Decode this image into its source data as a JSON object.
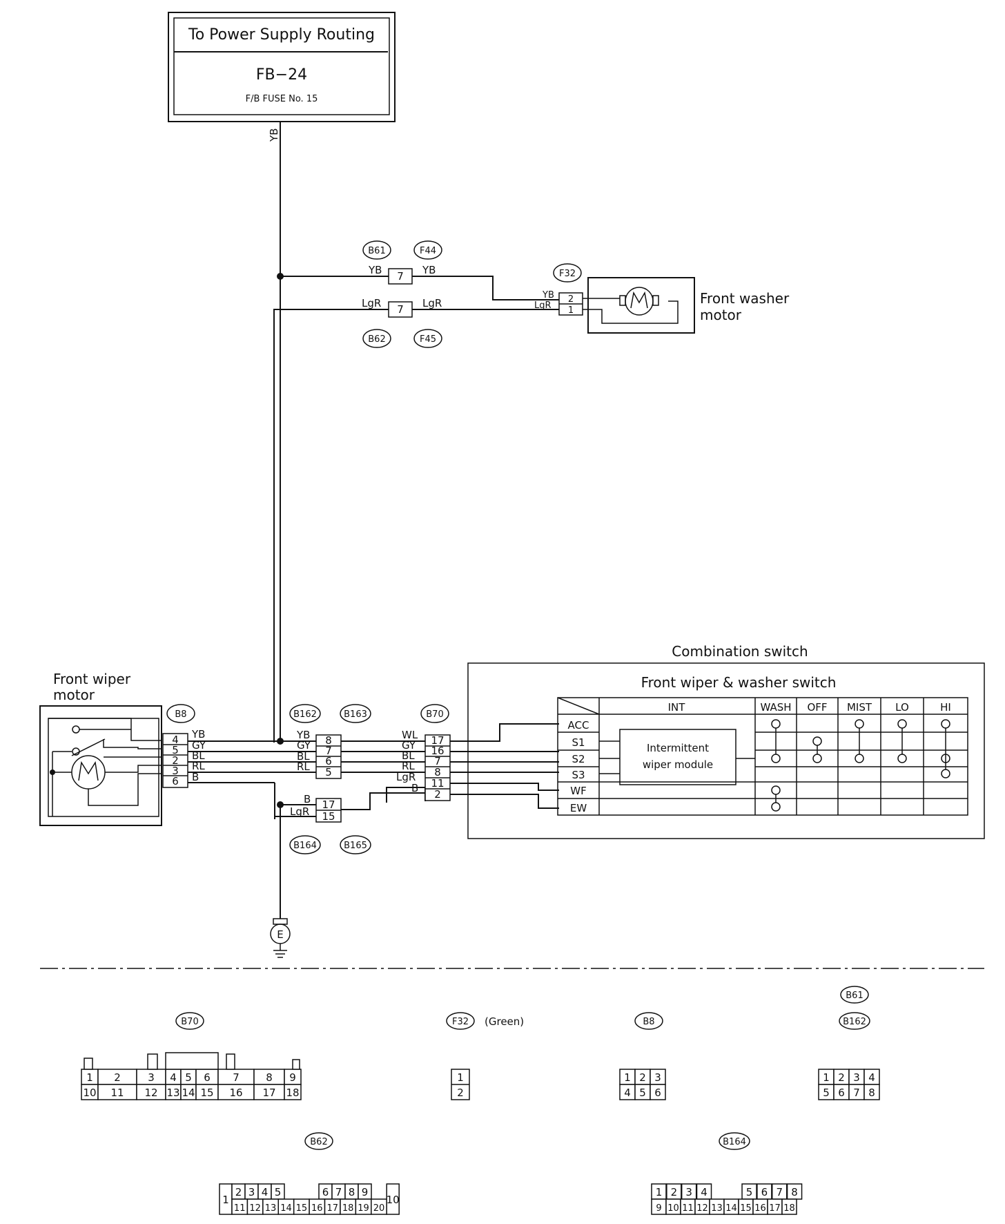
{
  "power_box": {
    "title": "To Power Supply Routing",
    "fuse_block": "FB−24",
    "fuse": "F/B FUSE No. 15"
  },
  "wire_main": "YB",
  "washer_motor": {
    "label_line1": "Front washer",
    "label_line2": "motor",
    "connector": "F32",
    "pins": [
      "2",
      "1"
    ],
    "wires": [
      "YB",
      "LgR"
    ]
  },
  "washer_link": {
    "upper": {
      "left_conn": "B61",
      "right_conn": "F44",
      "pin": "7",
      "wire_left": "YB",
      "wire_right": "YB"
    },
    "lower": {
      "left_conn": "B62",
      "right_conn": "F45",
      "pin": "7",
      "wire_left": "LgR",
      "wire_right": "LgR"
    }
  },
  "wiper_motor": {
    "label_line1": "Front wiper",
    "label_line2": "motor",
    "connector": "B8",
    "pins": [
      "4",
      "5",
      "2",
      "3",
      "6"
    ],
    "wires": [
      "YB",
      "GY",
      "BL",
      "RL",
      "B"
    ]
  },
  "mid_connector": {
    "left_conn": "B162",
    "right_conn": "B163",
    "pins": [
      "8",
      "7",
      "6",
      "5"
    ],
    "wires": [
      "YB",
      "GY",
      "BL",
      "RL"
    ]
  },
  "ground_connector": {
    "left_conn": "B164",
    "right_conn": "B165",
    "pins": [
      "17",
      "15"
    ],
    "wires": [
      "B",
      "LgR"
    ]
  },
  "ground_symbol": "E",
  "b70": {
    "connector": "B70",
    "pins": [
      "17",
      "16",
      "7",
      "8",
      "11",
      "2"
    ],
    "wires": [
      "WL",
      "GY",
      "BL",
      "RL",
      "LgR",
      "B"
    ]
  },
  "combination_switch": {
    "title": "Combination switch",
    "subtitle": "Front wiper & washer switch",
    "int_header": "INT",
    "module_line1": "Intermittent",
    "module_line2": "wiper module",
    "rows": [
      "ACC",
      "S1",
      "S2",
      "S3",
      "WF",
      "EW"
    ],
    "positions": [
      "WASH",
      "OFF",
      "MIST",
      "LO",
      "HI"
    ]
  },
  "connector_views": {
    "b70": {
      "tag": "B70",
      "top": [
        "1",
        "2",
        "3",
        "4",
        "5",
        "6",
        "7",
        "8",
        "9"
      ],
      "bottom": [
        "10",
        "11",
        "12",
        "13",
        "14",
        "15",
        "16",
        "17",
        "18"
      ]
    },
    "f32": {
      "tag": "F32",
      "color": "(Green)",
      "pins": [
        "1",
        "2"
      ]
    },
    "b8": {
      "tag": "B8",
      "top": [
        "1",
        "2",
        "3"
      ],
      "bottom": [
        "4",
        "5",
        "6"
      ]
    },
    "b61": {
      "tag": "B61",
      "tag2": "B162",
      "top": [
        "1",
        "2",
        "3",
        "4"
      ],
      "bottom": [
        "5",
        "6",
        "7",
        "8"
      ]
    },
    "b62": {
      "tag": "B62",
      "top": [
        "2",
        "3",
        "4",
        "5",
        "6",
        "7",
        "8",
        "9"
      ],
      "bottom": [
        "11",
        "12",
        "13",
        "14",
        "15",
        "16",
        "17",
        "18",
        "19",
        "20"
      ],
      "ends": [
        "1",
        "10"
      ]
    },
    "b164": {
      "tag": "B164",
      "top": [
        "1",
        "2",
        "3",
        "4",
        "5",
        "6",
        "7",
        "8"
      ],
      "bottom": [
        "9",
        "10",
        "11",
        "12",
        "13",
        "14",
        "15",
        "16",
        "17",
        "18"
      ]
    }
  }
}
